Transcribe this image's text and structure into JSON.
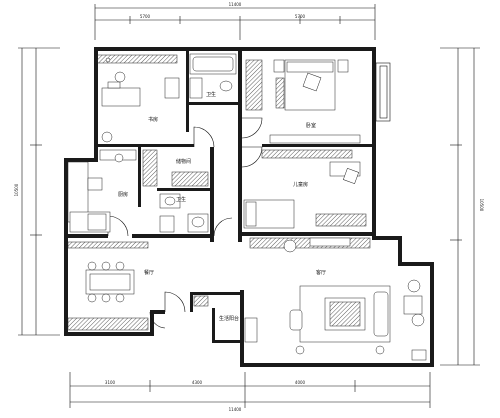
{
  "plan": {
    "rooms": {
      "study": "书房",
      "bathroom1": "卫生",
      "bedroom": "卧室",
      "kitchen": "厨房",
      "laundry": "储物间",
      "bathroom2": "卫生",
      "kids_room": "儿童房",
      "dining": "餐厅",
      "living": "客厅",
      "balcony": "生活阳台"
    },
    "dimensions": {
      "top_total": "11400",
      "top_left": "5700",
      "top_right": "5700",
      "bottom_total": "11400",
      "bottom_a": "3100",
      "bottom_b": "4300",
      "bottom_c": "4000",
      "left_total": "10500",
      "right_total": "10500"
    }
  }
}
